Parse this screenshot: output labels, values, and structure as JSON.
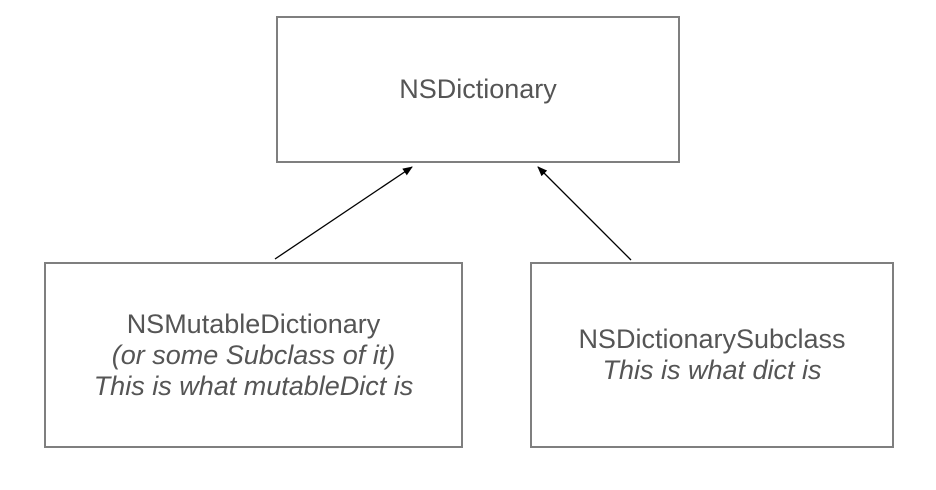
{
  "diagram": {
    "root": {
      "title": "NSDictionary"
    },
    "left": {
      "title": "NSMutableDictionary",
      "note_1": "(or some Subclass of it)",
      "note_2": "This is what mutableDict is"
    },
    "right": {
      "title": "NSDictionarySubclass",
      "note_1": "This is what dict is"
    }
  },
  "colors": {
    "border": "#7f7f7f",
    "text": "#555555",
    "arrow": "#000000"
  }
}
